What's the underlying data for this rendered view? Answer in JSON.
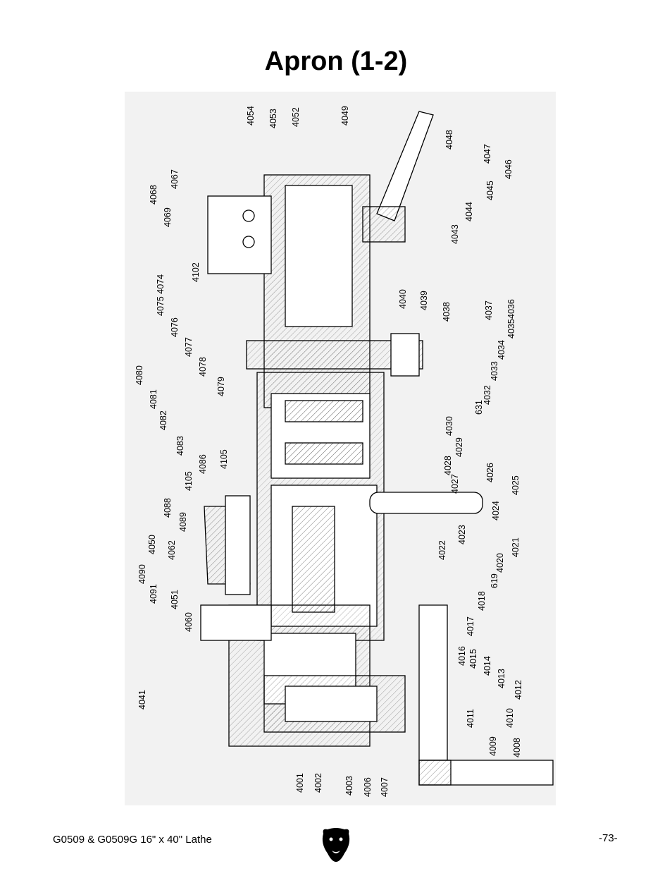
{
  "page": {
    "title": "Apron (1-2)",
    "footer_left": "G0509 & G0509G 16\" x 40\" Lathe",
    "page_number": "-73-",
    "logo_icon": "grizzly-bear-icon"
  },
  "callouts": [
    "4054",
    "4053",
    "4052",
    "4049",
    "4048",
    "4047",
    "4046",
    "4045",
    "4044",
    "4043",
    "4068",
    "4067",
    "4069",
    "4102",
    "4075 4074",
    "4076",
    "4077",
    "4078",
    "4079",
    "4040",
    "4039",
    "4038",
    "4037",
    "4036",
    "4035",
    "4034",
    "4033",
    "4032",
    "631",
    "4030",
    "4029",
    "4028",
    "4027",
    "4026",
    "4025",
    "4080",
    "4081",
    "4082",
    "4083",
    "4105",
    "4086",
    "4105",
    "4088",
    "4089",
    "4050",
    "4062",
    "4090",
    "4091",
    "4051",
    "4060",
    "4024",
    "4023",
    "4022",
    "4021",
    "4020",
    "619",
    "4018",
    "4017",
    "4016",
    "4015",
    "4014",
    "4013",
    "4012",
    "4011",
    "4010",
    "4009",
    "4008",
    "4041",
    "4001",
    "4002",
    "4003",
    "4006",
    "4007"
  ]
}
